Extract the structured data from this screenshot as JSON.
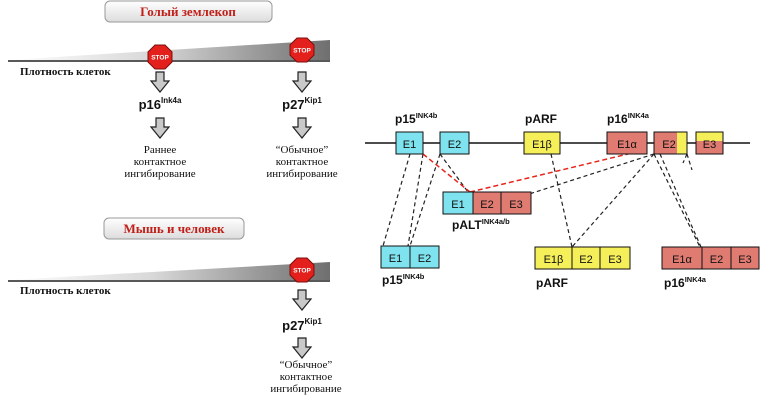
{
  "left_panel": {
    "top": {
      "title": "Голый землекоп",
      "axis_label": "Плотность клеток",
      "stop_label": "STOP",
      "pathway_1": {
        "gene_base": "p16",
        "gene_sup": "Ink4a",
        "outcome": [
          "Раннее",
          "контактное",
          "ингибирование"
        ]
      },
      "pathway_2": {
        "gene_base": "p27",
        "gene_sup": "Kip1",
        "outcome": [
          "“Обычное”",
          "контактное",
          "ингибирование"
        ]
      }
    },
    "bottom": {
      "title": "Мышь и человек",
      "axis_label": "Плотность клеток",
      "stop_label": "STOP",
      "pathway": {
        "gene_base": "p27",
        "gene_sup": "Kip1",
        "outcome": [
          "“Обычное”",
          "контактное",
          "ингибирование"
        ]
      }
    }
  },
  "right_panel": {
    "genomic": {
      "p15_label": {
        "base": "p15",
        "sup": "INK4b"
      },
      "parf_label": "pARF",
      "p16_label": {
        "base": "p16",
        "sup": "INK4a"
      },
      "exons": [
        "E1",
        "E2",
        "E1β",
        "E1α",
        "E2",
        "E3"
      ]
    },
    "palt": {
      "exons": [
        "E1",
        "E2",
        "E3"
      ],
      "label": {
        "base": "pALT",
        "sup": "INK4a/b"
      }
    },
    "products": {
      "p15": {
        "exons": [
          "E1",
          "E2"
        ],
        "label": {
          "base": "p15",
          "sup": "INK4b"
        }
      },
      "parf": {
        "exons": [
          "E1β",
          "E2",
          "E3"
        ],
        "label": "pARF"
      },
      "p16": {
        "exons": [
          "E1α",
          "E2",
          "E3"
        ],
        "label": {
          "base": "p16",
          "sup": "INK4a"
        }
      }
    },
    "colors": {
      "cyan": "#7fe3ef",
      "yellow": "#f5f05a",
      "salmon": "#e07b72",
      "red_dash": "#e8261c",
      "stop_red": "#e3201b"
    }
  }
}
